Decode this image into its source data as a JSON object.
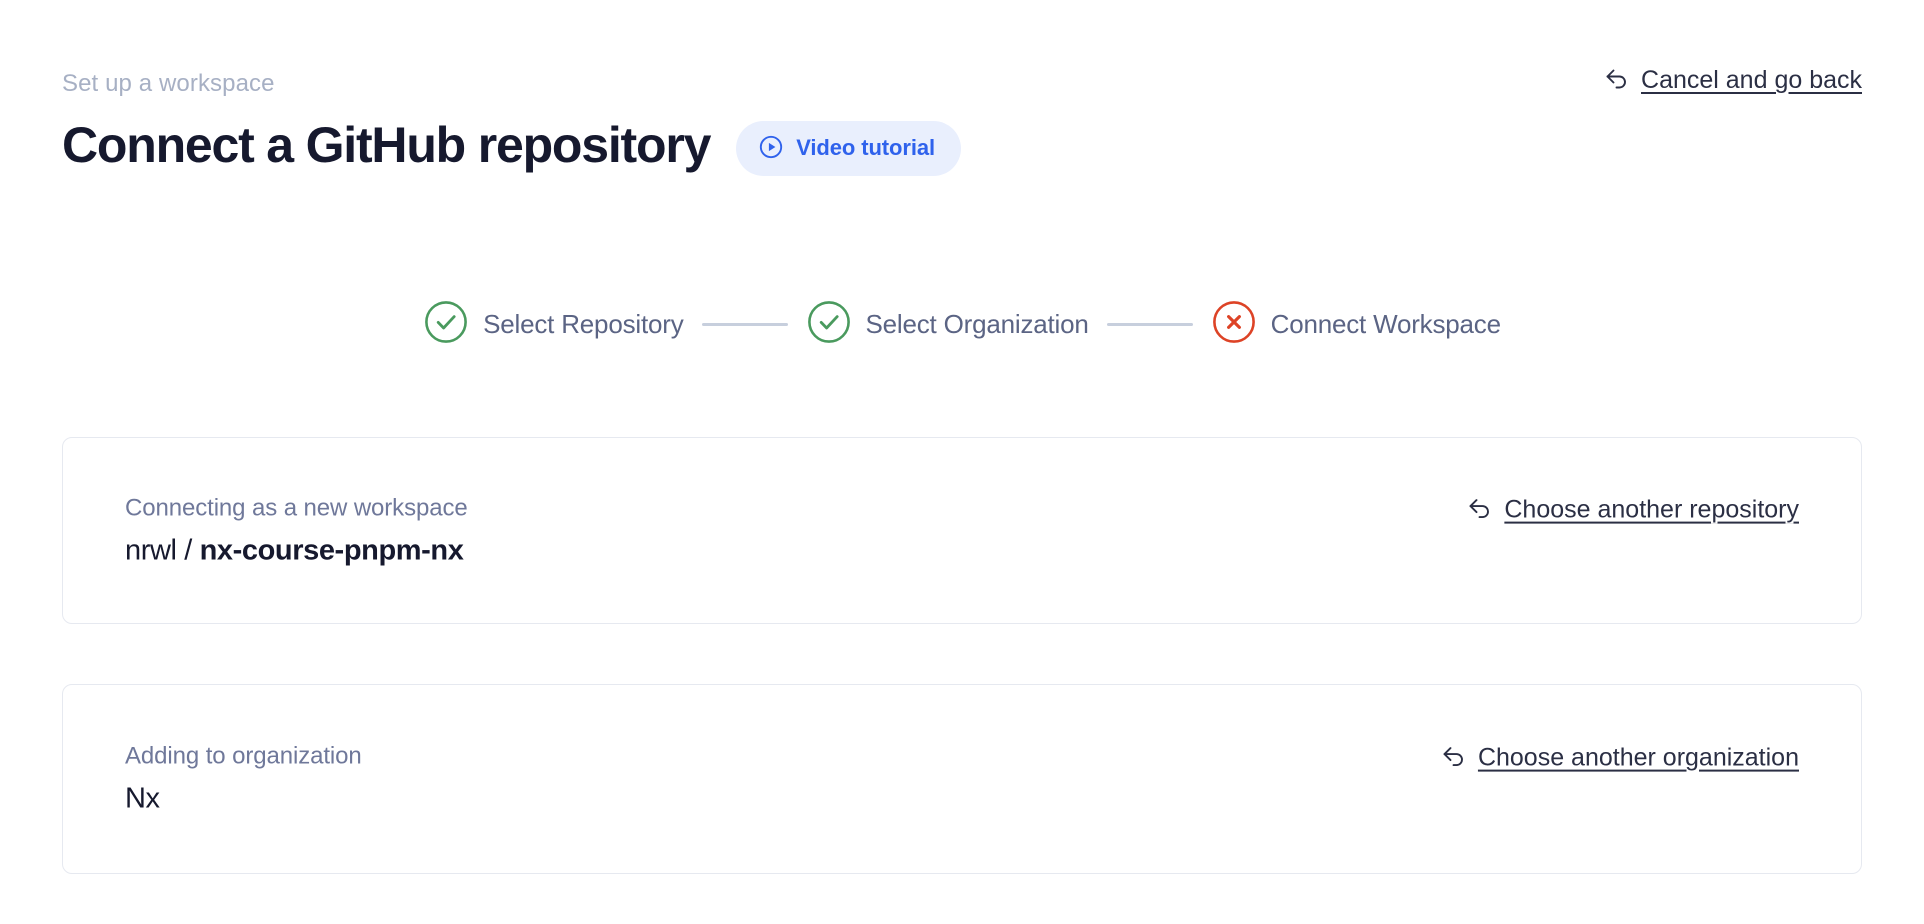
{
  "header": {
    "breadcrumb": "Set up a workspace",
    "title": "Connect a GitHub repository",
    "video_badge_label": "Video tutorial",
    "video_badge_icon": "play-circle-icon",
    "cancel_label": "Cancel and go back",
    "cancel_icon": "back-arrow-icon"
  },
  "stepper": {
    "steps": [
      {
        "label": "Select Repository",
        "state": "complete",
        "icon": "check-circle-icon"
      },
      {
        "label": "Select Organization",
        "state": "complete",
        "icon": "check-circle-icon"
      },
      {
        "label": "Connect Workspace",
        "state": "error",
        "icon": "x-circle-icon"
      }
    ]
  },
  "cards": {
    "repository": {
      "label": "Connecting as a new workspace",
      "owner": "nrwl",
      "separator": " / ",
      "name": "nx-course-pnpm-nx",
      "action_label": "Choose another repository",
      "action_icon": "back-arrow-icon"
    },
    "organization": {
      "label": "Adding to organization",
      "value": "Nx",
      "action_label": "Choose another organization",
      "action_icon": "back-arrow-icon"
    }
  },
  "colors": {
    "background": "#ffffff",
    "title": "#16192e",
    "breadcrumb": "#a7b0c4",
    "accent_blue": "#2f62ec",
    "badge_background": "#e9effd",
    "step_complete": "#4a9a5e",
    "step_error": "#dd4326",
    "step_label": "#5b6484",
    "connector": "#c7cfdd",
    "card_border": "#e6e9f0",
    "card_label": "#6f789a",
    "link": "#2b2f44"
  }
}
